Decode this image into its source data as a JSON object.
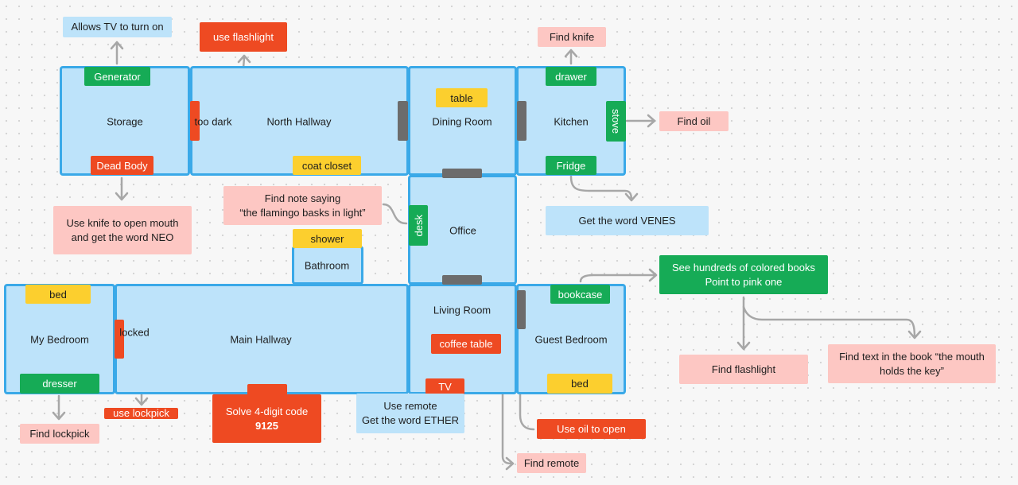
{
  "rooms": {
    "storage": "Storage",
    "north_hallway": "North Hallway",
    "dining_room": "Dining Room",
    "kitchen": "Kitchen",
    "office": "Office",
    "bathroom": "Bathroom",
    "my_bedroom": "My Bedroom",
    "main_hallway": "Main Hallway",
    "living_room": "Living Room",
    "guest_bedroom": "Guest Bedroom"
  },
  "objects": {
    "generator": "Generator",
    "dead_body": "Dead Body",
    "too_dark": "too dark",
    "coat_closet": "coat closet",
    "table": "table",
    "drawer": "drawer",
    "stove": "stove",
    "fridge": "Fridge",
    "desk": "desk",
    "shower": "shower",
    "bed_my": "bed",
    "dresser": "dresser",
    "locked": "locked",
    "coffee_table": "coffee table",
    "tv": "TV",
    "bookcase": "bookcase",
    "bed_guest": "bed"
  },
  "notes": {
    "allows_tv": "Allows TV to turn on",
    "use_flashlight": "use flashlight",
    "find_knife": "Find knife",
    "find_oil": "Find oil",
    "get_venes": "Get the word VENES",
    "find_note_line1": "Find note saying",
    "find_note_line2": "“the flamingo basks in light”",
    "knife_line1": "Use knife to open mouth",
    "knife_line2": "and get the word NEO",
    "books_line1": "See hundreds of colored books",
    "books_line2": "Point to pink one",
    "find_flashlight": "Find flashlight",
    "book_text_line1": "Find text in the book “the mouth",
    "book_text_line2": "holds the key”",
    "find_lockpick": "Find lockpick",
    "use_lockpick": "use lockpick",
    "code_line1": "Solve 4-digit code",
    "code_line2": "9125",
    "remote_line1": "Use remote",
    "remote_line2": "Get the word ETHER",
    "use_oil": "Use oil to open",
    "find_remote": "Find remote"
  },
  "colors": {
    "room_fill": "#bde3fa",
    "room_border": "#3aa9e8",
    "green": "#16ab56",
    "orange": "#ee4a22",
    "yellow": "#fccf2e",
    "pink": "#fdc7c3",
    "door": "#6c6c6c",
    "connector": "#a7a7a7"
  }
}
